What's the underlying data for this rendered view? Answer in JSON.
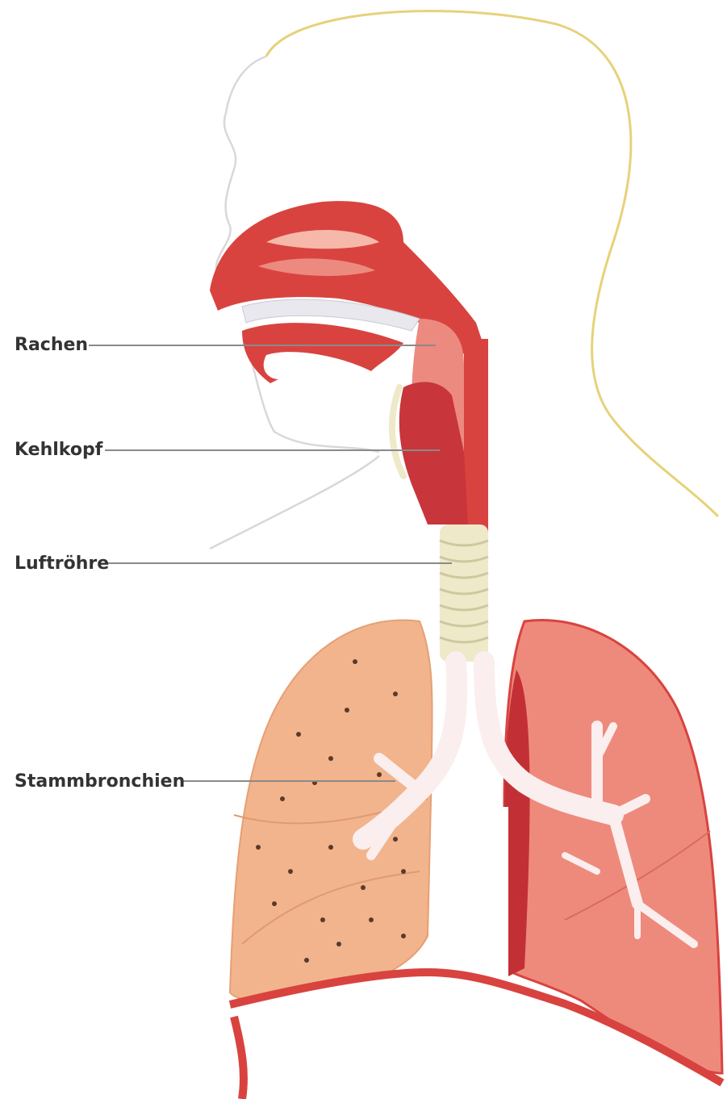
{
  "labels": [
    {
      "id": "rachen",
      "text": "Rachen"
    },
    {
      "id": "kehlkopf",
      "text": "Kehlkopf"
    },
    {
      "id": "luftroehre",
      "text": "Luftröhre"
    },
    {
      "id": "stammbronchien",
      "text": "Stammbronchien"
    }
  ],
  "colors": {
    "outline": "#d8d8d8",
    "hair_outline": "#e6d27a",
    "tissue_red": "#d9433f",
    "tissue_pink": "#ec8a80",
    "tissue_light": "#f6b9a9",
    "lung_left": "#f2b48c",
    "lung_right": "#ee8a7c",
    "cartilage": "#eee9c8",
    "bronchi_white": "#fbeeee",
    "label_text": "#333333",
    "leader_line": "#8a8a8a"
  }
}
